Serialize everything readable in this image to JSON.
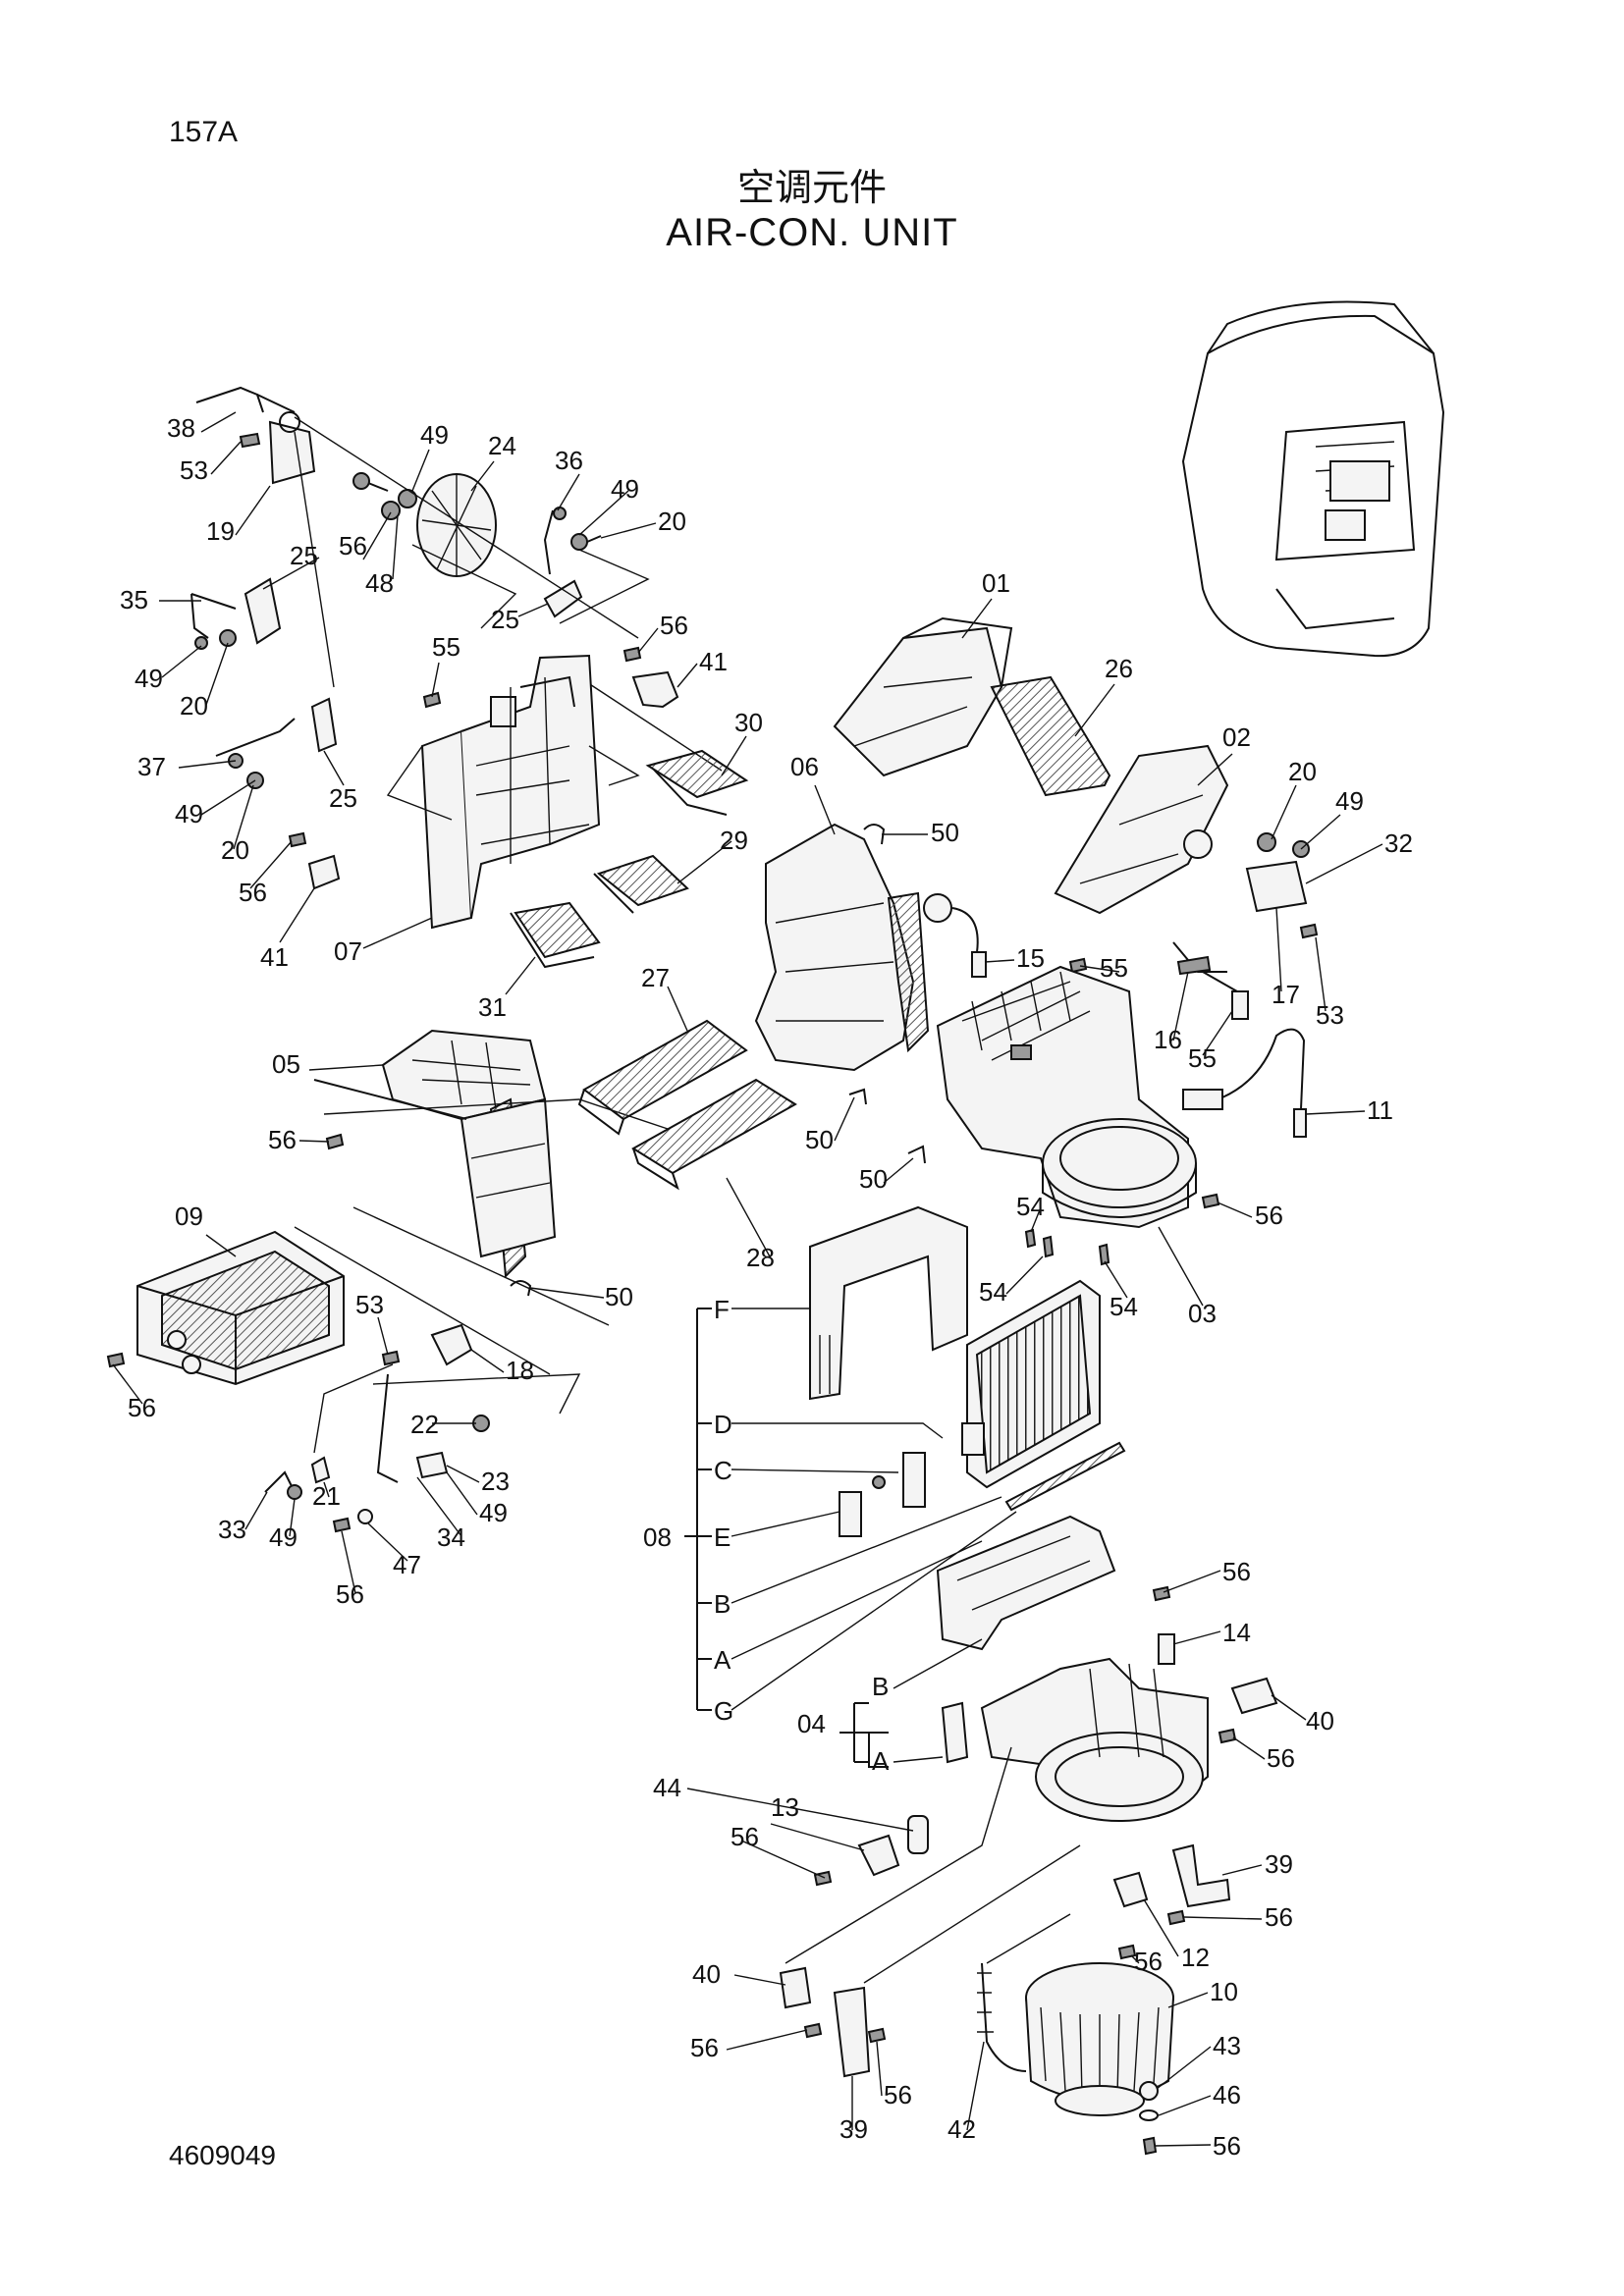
{
  "header": {
    "page_code": "157A",
    "title_cn": "空调元件",
    "title_en": "AIR-CON. UNIT"
  },
  "footer": {
    "doc_number": "4609049"
  },
  "callouts": {
    "c01": "01",
    "c02": "02",
    "c03": "03",
    "c04": "04",
    "c05": "05",
    "c06": "06",
    "c07": "07",
    "c08": "08",
    "c09": "09",
    "c10": "10",
    "c11": "11",
    "c12": "12",
    "c13": "13",
    "c14": "14",
    "c15": "15",
    "c16": "16",
    "c17": "17",
    "c18": "18",
    "c19": "19",
    "c20a": "20",
    "c20b": "20",
    "c20c": "20",
    "c20d": "20",
    "c21": "21",
    "c22": "22",
    "c23": "23",
    "c24": "24",
    "c25a": "25",
    "c25b": "25",
    "c25c": "25",
    "c26": "26",
    "c27": "27",
    "c28": "28",
    "c29": "29",
    "c30": "30",
    "c31": "31",
    "c32": "32",
    "c33": "33",
    "c34": "34",
    "c35": "35",
    "c36": "36",
    "c37": "37",
    "c38": "38",
    "c39a": "39",
    "c39b": "39",
    "c40a": "40",
    "c40b": "40",
    "c41a": "41",
    "c41b": "41",
    "c42": "42",
    "c43": "43",
    "c44": "44",
    "c46": "46",
    "c47": "47",
    "c48": "48",
    "c49a": "49",
    "c49b": "49",
    "c49c": "49",
    "c49d": "49",
    "c49e": "49",
    "c49f": "49",
    "c50a": "50",
    "c50b": "50",
    "c50c": "50",
    "c50d": "50",
    "c53a": "53",
    "c53b": "53",
    "c53c": "53",
    "c54a": "54",
    "c54b": "54",
    "c54c": "54",
    "c55a": "55",
    "c55b": "55",
    "c55c": "55",
    "c56a": "56",
    "c56b": "56",
    "c56c": "56",
    "c56d": "56",
    "c56e": "56",
    "c56f": "56",
    "c56g": "56",
    "c56h": "56",
    "c56i": "56",
    "c56j": "56",
    "c56k": "56",
    "c56l": "56",
    "c56m": "56",
    "c56n": "56"
  },
  "subparts_08": {
    "F": "F",
    "D": "D",
    "C": "C",
    "E": "E",
    "B": "B",
    "A": "A",
    "G": "G"
  },
  "subparts_04": {
    "B": "B",
    "A": "A"
  }
}
